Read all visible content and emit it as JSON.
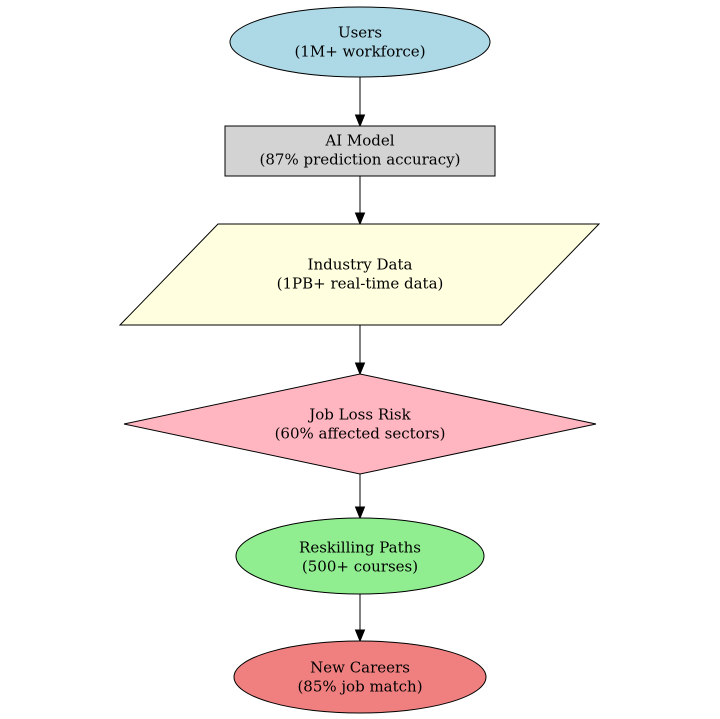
{
  "nodes": [
    {
      "id": "users",
      "shape": "ellipse",
      "color": "#add8e6",
      "lines": [
        "Users",
        "(1M+ workforce)"
      ]
    },
    {
      "id": "ai-model",
      "shape": "rect",
      "color": "#d3d3d3",
      "lines": [
        "AI Model",
        "(87% prediction accuracy)"
      ]
    },
    {
      "id": "industry-data",
      "shape": "parallelogram",
      "color": "#ffffe0",
      "lines": [
        "Industry Data",
        "(1PB+ real-time data)"
      ]
    },
    {
      "id": "job-loss-risk",
      "shape": "diamond",
      "color": "#ffb6c1",
      "lines": [
        "Job Loss Risk",
        "(60% affected sectors)"
      ]
    },
    {
      "id": "reskilling-paths",
      "shape": "ellipse",
      "color": "#90ee90",
      "lines": [
        "Reskilling Paths",
        "(500+ courses)"
      ]
    },
    {
      "id": "new-careers",
      "shape": "ellipse",
      "color": "#f08080",
      "lines": [
        "New Careers",
        "(85% job match)"
      ]
    }
  ],
  "edges": [
    {
      "from": "users",
      "to": "ai-model"
    },
    {
      "from": "ai-model",
      "to": "industry-data"
    },
    {
      "from": "industry-data",
      "to": "job-loss-risk"
    },
    {
      "from": "job-loss-risk",
      "to": "reskilling-paths"
    },
    {
      "from": "reskilling-paths",
      "to": "new-careers"
    }
  ]
}
